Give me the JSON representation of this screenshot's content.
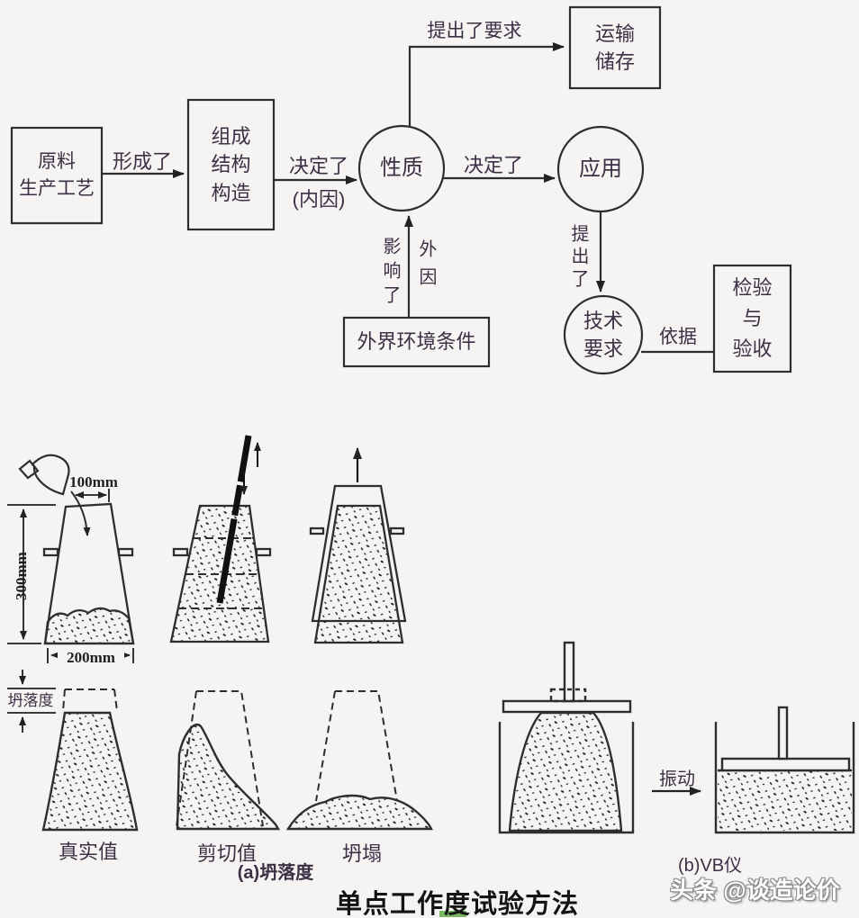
{
  "flowchart": {
    "box_raw_material": "原料\n生产工艺",
    "box_composition": "组成\n结构\n构造",
    "box_transport": "运输\n储存",
    "box_inspection": "检验\n与\n验收",
    "box_environment": "外界环境条件",
    "node_property": "性质",
    "node_application": "应用",
    "node_tech_req": "技术\n要求",
    "edge_formed": "形成了",
    "edge_decided_internal": "决定了",
    "edge_internal_note": "(内因)",
    "edge_requested": "提出了要求",
    "edge_decided": "决定了",
    "edge_proposed": "提出了",
    "edge_influenced": "影响了",
    "edge_external": "外因",
    "edge_basis": "依据"
  },
  "slump_test": {
    "dim_top": "100mm",
    "dim_height": "300mm",
    "dim_bottom": "200mm",
    "slump_label": "坍落度",
    "label_true_value": "真实值",
    "label_shear": "剪切值",
    "label_collapse": "坍塌",
    "caption_a": "(a)坍落度",
    "vibration": "振动",
    "caption_b": "(b)VB仪"
  },
  "title": "单点工作度试验方法",
  "watermark": "头条 @谈造论价",
  "colors": {
    "background": "#f5f4f2",
    "line": "#2e2e2e",
    "text": "#3a3145",
    "accent_green": "#58a93c"
  }
}
